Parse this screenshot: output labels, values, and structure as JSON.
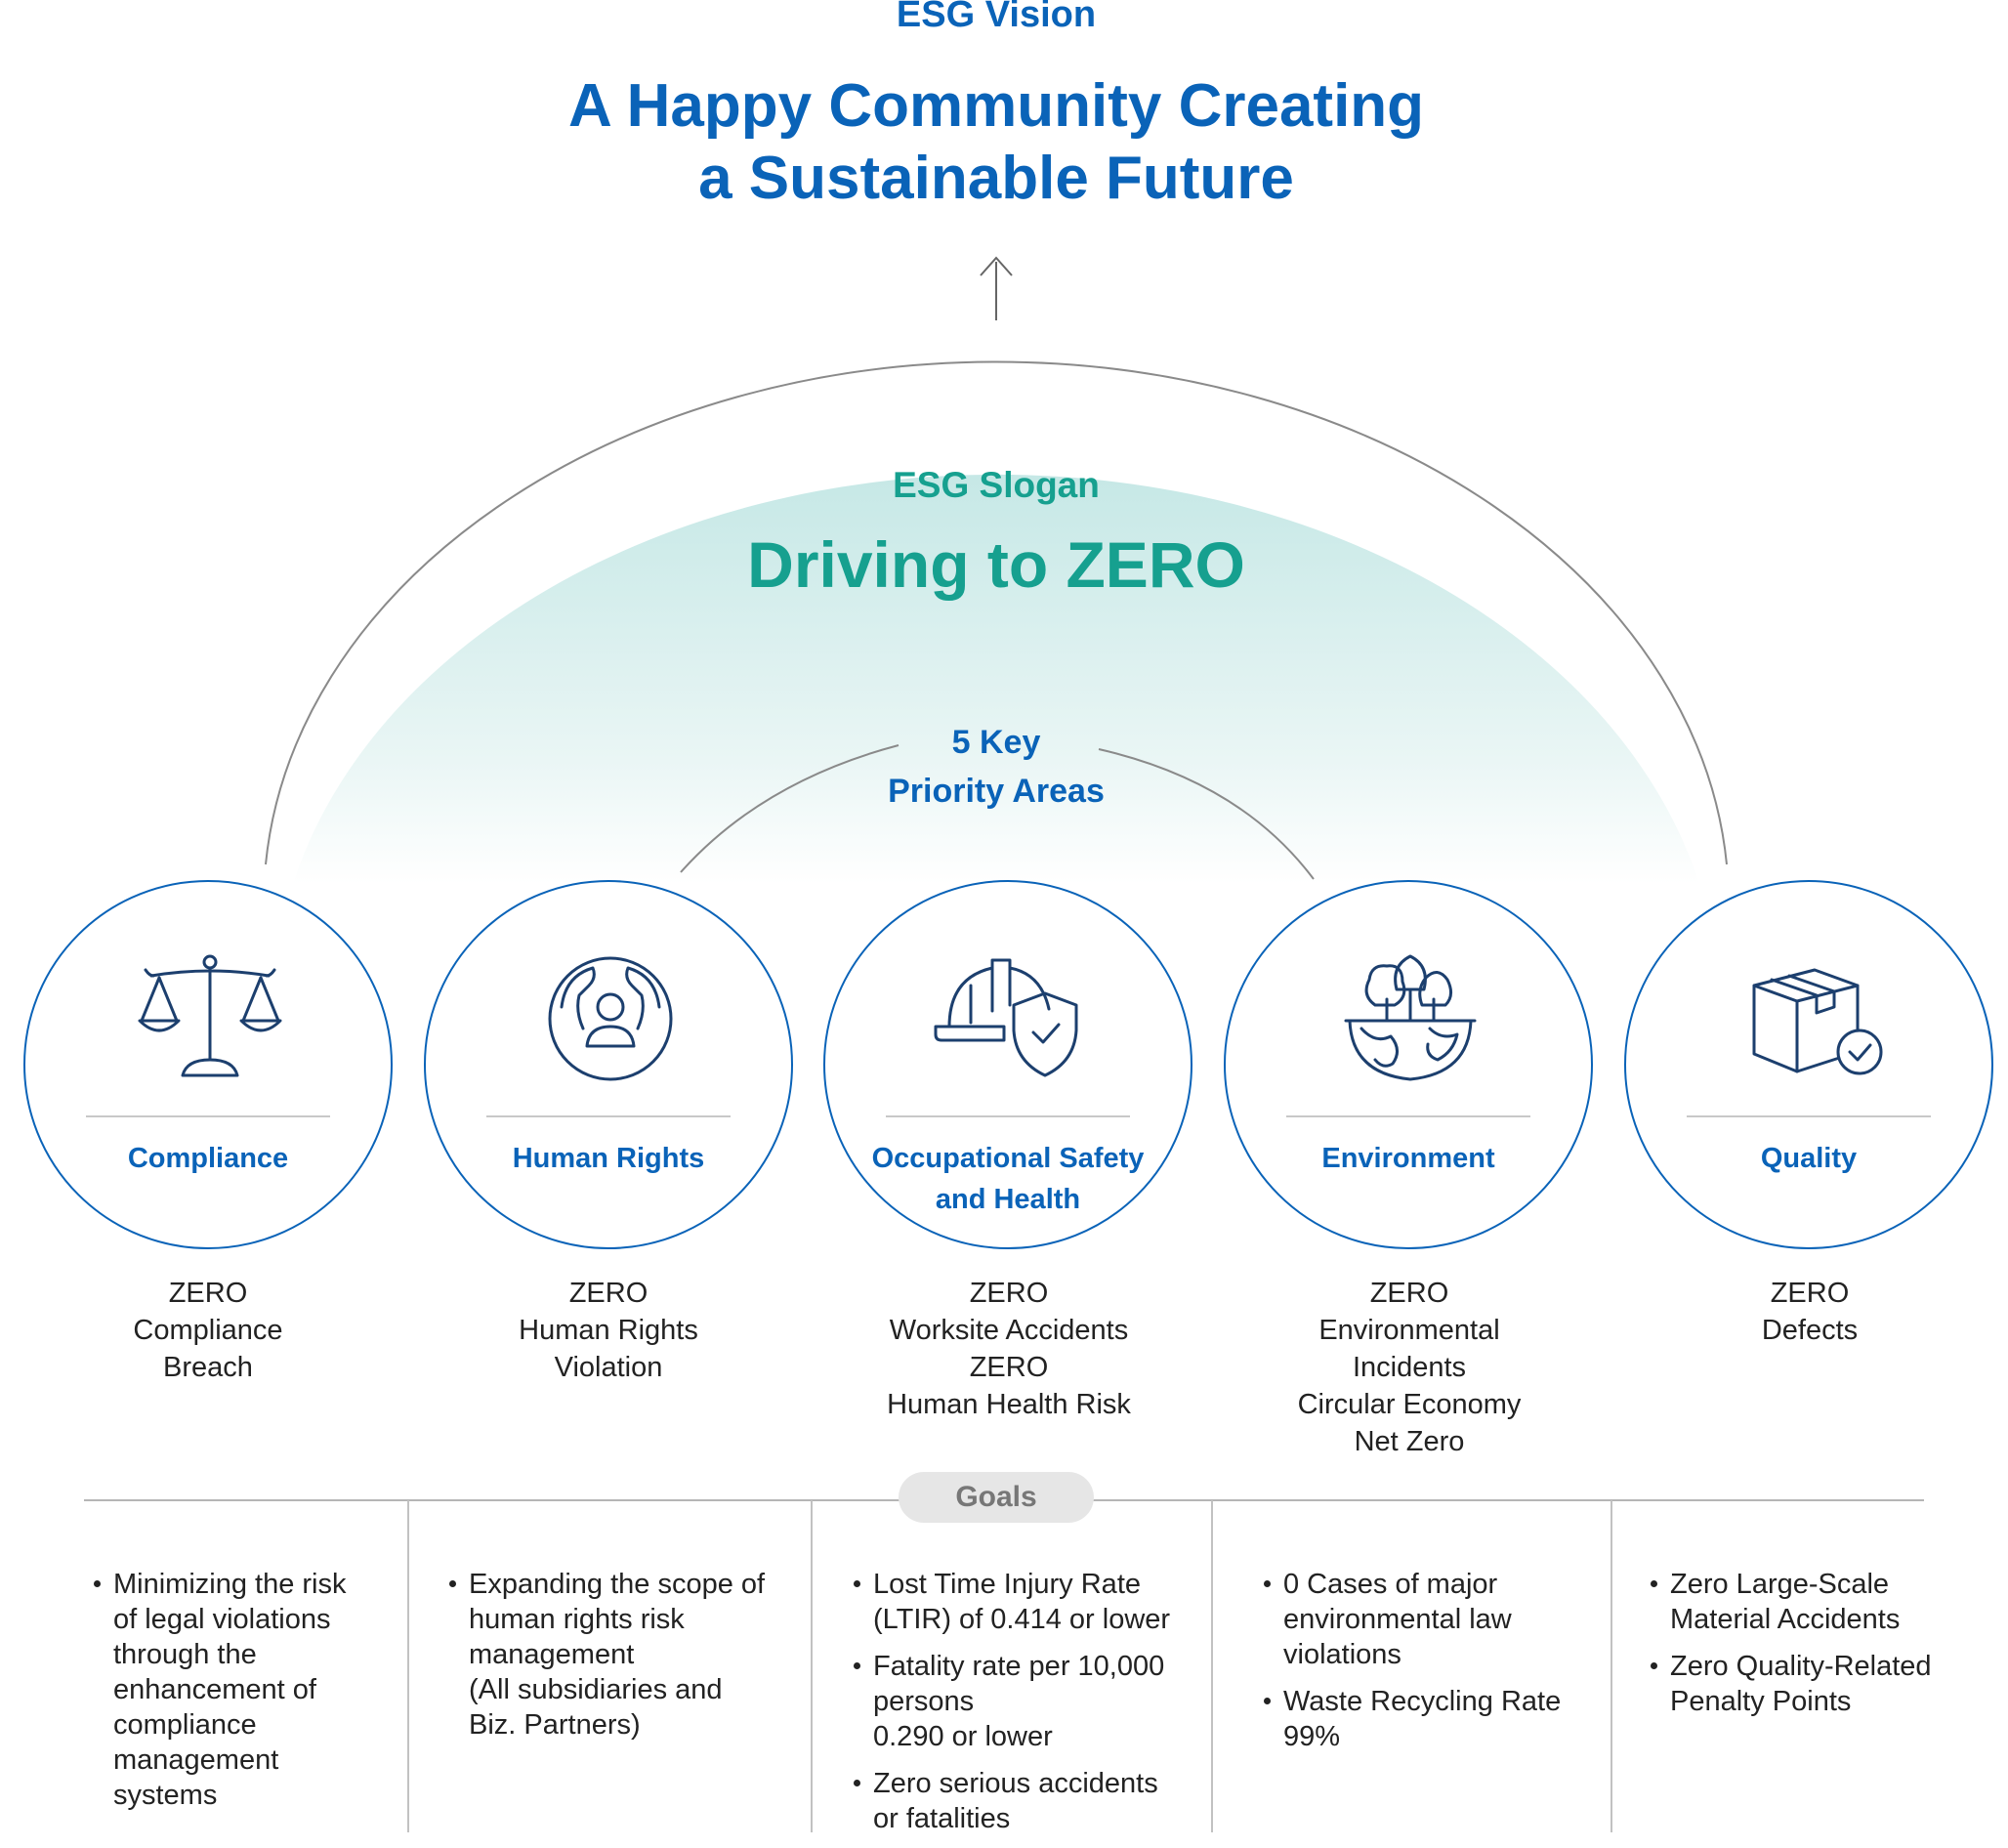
{
  "vision": {
    "label": "ESG Vision",
    "title_line1": "A Happy Community Creating",
    "title_line2": "a Sustainable Future"
  },
  "slogan": {
    "label": "ESG Slogan",
    "title": "Driving to ZERO"
  },
  "key_areas": {
    "line1": "5 Key",
    "line2": "Priority Areas"
  },
  "areas": [
    {
      "icon": "scale-icon",
      "label_line1": "Compliance",
      "label_line2": "",
      "targets": [
        "ZERO",
        "Compliance",
        "Breach"
      ]
    },
    {
      "icon": "hands-person-icon",
      "label_line1": "Human Rights",
      "label_line2": "",
      "targets": [
        "ZERO",
        "Human Rights",
        "Violation"
      ]
    },
    {
      "icon": "helmet-shield-icon",
      "label_line1": "Occupational Safety",
      "label_line2": "and Health",
      "targets": [
        "ZERO",
        "Worksite Accidents",
        "ZERO",
        "Human Health Risk"
      ]
    },
    {
      "icon": "globe-trees-icon",
      "label_line1": "Environment",
      "label_line2": "",
      "targets": [
        "ZERO",
        "Environmental",
        "Incidents",
        "Circular Economy",
        "Net Zero"
      ]
    },
    {
      "icon": "box-check-icon",
      "label_line1": "Quality",
      "label_line2": "",
      "targets": [
        "ZERO",
        "Defects"
      ]
    }
  ],
  "goals": {
    "label": "Goals",
    "columns": [
      [
        [
          "Minimizing the risk",
          "of legal violations",
          "through the",
          "enhancement of",
          "compliance",
          "management",
          "systems"
        ]
      ],
      [
        [
          "Expanding the scope of",
          "human rights risk",
          "management",
          "(All subsidiaries and",
          "Biz. Partners)"
        ]
      ],
      [
        [
          "Lost Time Injury Rate",
          "(LTIR) of 0.414 or lower"
        ],
        [
          "Fatality rate per 10,000",
          "persons",
          "0.290 or lower"
        ],
        [
          "Zero serious accidents",
          "or fatalities"
        ]
      ],
      [
        [
          "0 Cases of major",
          "environmental law",
          "violations"
        ],
        [
          "Waste Recycling Rate",
          "99%"
        ]
      ],
      [
        [
          "Zero Large-Scale",
          "Material Accidents"
        ],
        [
          "Zero Quality-Related",
          "Penalty Points"
        ]
      ]
    ]
  },
  "colors": {
    "vision_blue": "#0a63b8",
    "slogan_teal": "#16a08f",
    "dome_top": "#c6e8e6",
    "line_gray": "#8a8a8a"
  }
}
